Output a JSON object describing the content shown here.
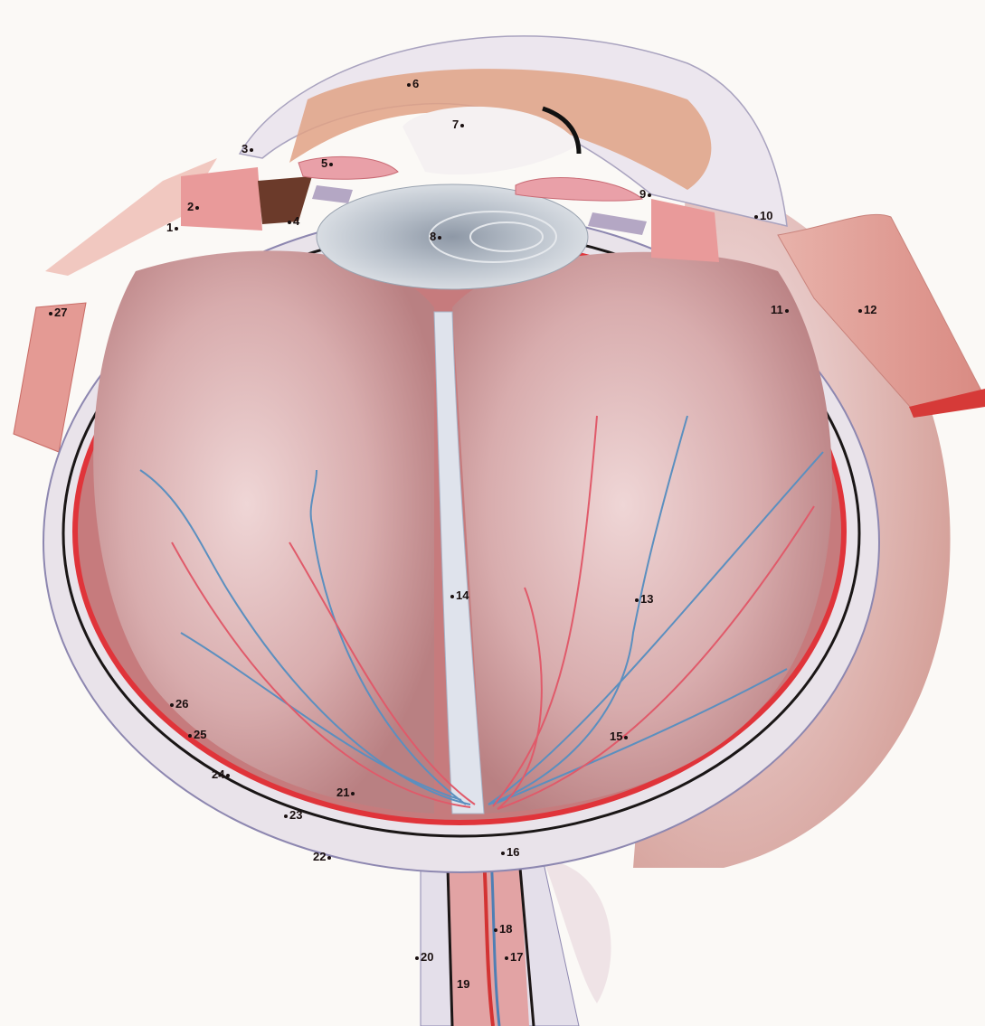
{
  "colors": {
    "background": "#fbf9f6",
    "sclera": "#e9e3ea",
    "sclera_edge": "#8d87b0",
    "vitreous": "#c89a9a",
    "retina": "#e0343a",
    "choroid": "#1a1616",
    "lens": "#b9c1cb",
    "muscle": "#e7a8a0",
    "artery": "#e05a6a",
    "vein": "#5b8fbf"
  },
  "labels": [
    {
      "id": "1",
      "text": "1",
      "side": "left"
    },
    {
      "id": "2",
      "text": "2",
      "side": "left"
    },
    {
      "id": "3",
      "text": "3",
      "side": "left"
    },
    {
      "id": "4",
      "text": "4",
      "side": "right"
    },
    {
      "id": "5",
      "text": "5",
      "side": "left"
    },
    {
      "id": "6",
      "text": "6",
      "side": "right"
    },
    {
      "id": "7",
      "text": "7",
      "side": "left"
    },
    {
      "id": "8",
      "text": "8",
      "side": "left"
    },
    {
      "id": "9",
      "text": "9",
      "side": "left"
    },
    {
      "id": "10",
      "text": "10",
      "side": "right"
    },
    {
      "id": "11",
      "text": "11",
      "side": "left"
    },
    {
      "id": "12",
      "text": "12",
      "side": "right"
    },
    {
      "id": "13",
      "text": "13",
      "side": "right"
    },
    {
      "id": "14",
      "text": "14",
      "side": "right"
    },
    {
      "id": "15",
      "text": "15",
      "side": "left"
    },
    {
      "id": "16",
      "text": "16",
      "side": "right"
    },
    {
      "id": "17",
      "text": "17",
      "side": "right"
    },
    {
      "id": "18",
      "text": "18",
      "side": "right"
    },
    {
      "id": "19",
      "text": "19",
      "side": "none"
    },
    {
      "id": "20",
      "text": "20",
      "side": "right"
    },
    {
      "id": "21",
      "text": "21",
      "side": "left"
    },
    {
      "id": "22",
      "text": "22",
      "side": "left"
    },
    {
      "id": "23",
      "text": "23",
      "side": "right"
    },
    {
      "id": "24",
      "text": "24",
      "side": "left"
    },
    {
      "id": "25",
      "text": "25",
      "side": "right"
    },
    {
      "id": "26",
      "text": "26",
      "side": "right"
    },
    {
      "id": "27",
      "text": "27",
      "side": "right"
    }
  ]
}
